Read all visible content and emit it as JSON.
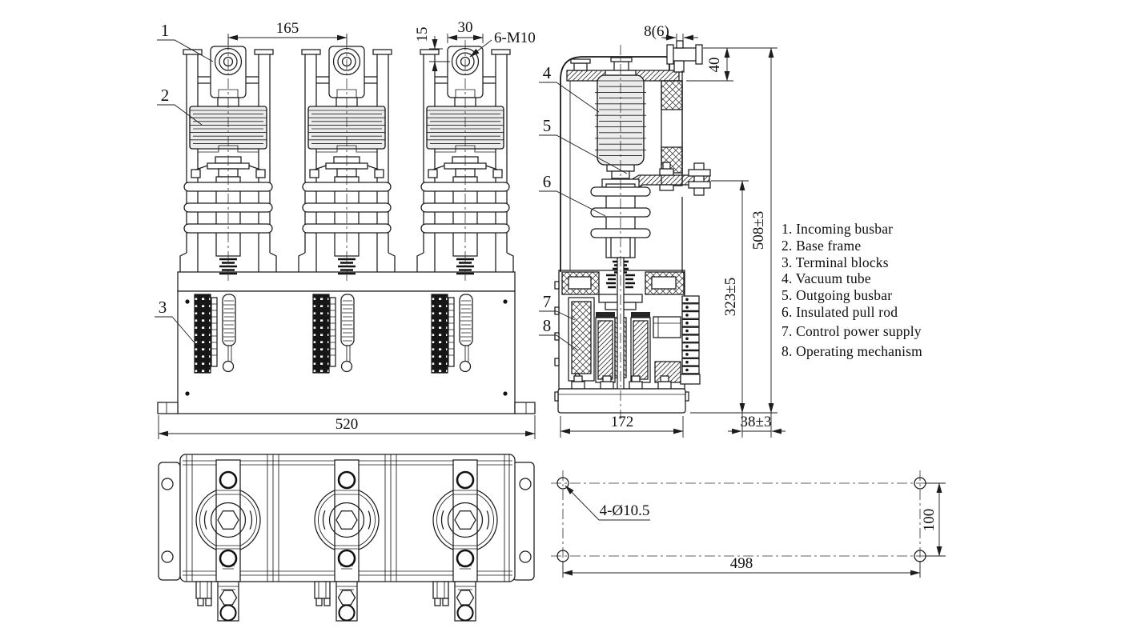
{
  "legend": {
    "items": [
      "1. Incoming busbar",
      "2. Base frame",
      "3. Terminal blocks",
      "4. Vacuum tube",
      "5. Outgoing busbar",
      "6. Insulated pull rod",
      "7. Control power supply",
      "8. Operating mechanism"
    ]
  },
  "callouts": {
    "labels": [
      "1",
      "2",
      "3",
      "4",
      "5",
      "6",
      "7",
      "8"
    ]
  },
  "views": {
    "front": {
      "dims": {
        "pole_pitch": "165",
        "pad_offset": "15",
        "pad_width": "30",
        "thread_note": "6-M10",
        "overall_width": "520"
      }
    },
    "side": {
      "dims": {
        "tab_thickness": "8(6)",
        "top_clearance": "40",
        "overall_height": "508±3",
        "mid_height": "323±5",
        "depth": "172",
        "rear_offset": "38±3"
      }
    },
    "mounting": {
      "dims": {
        "holes_note": "4-Ø10.5",
        "hole_span_x": "498",
        "hole_span_y": "100"
      }
    }
  }
}
